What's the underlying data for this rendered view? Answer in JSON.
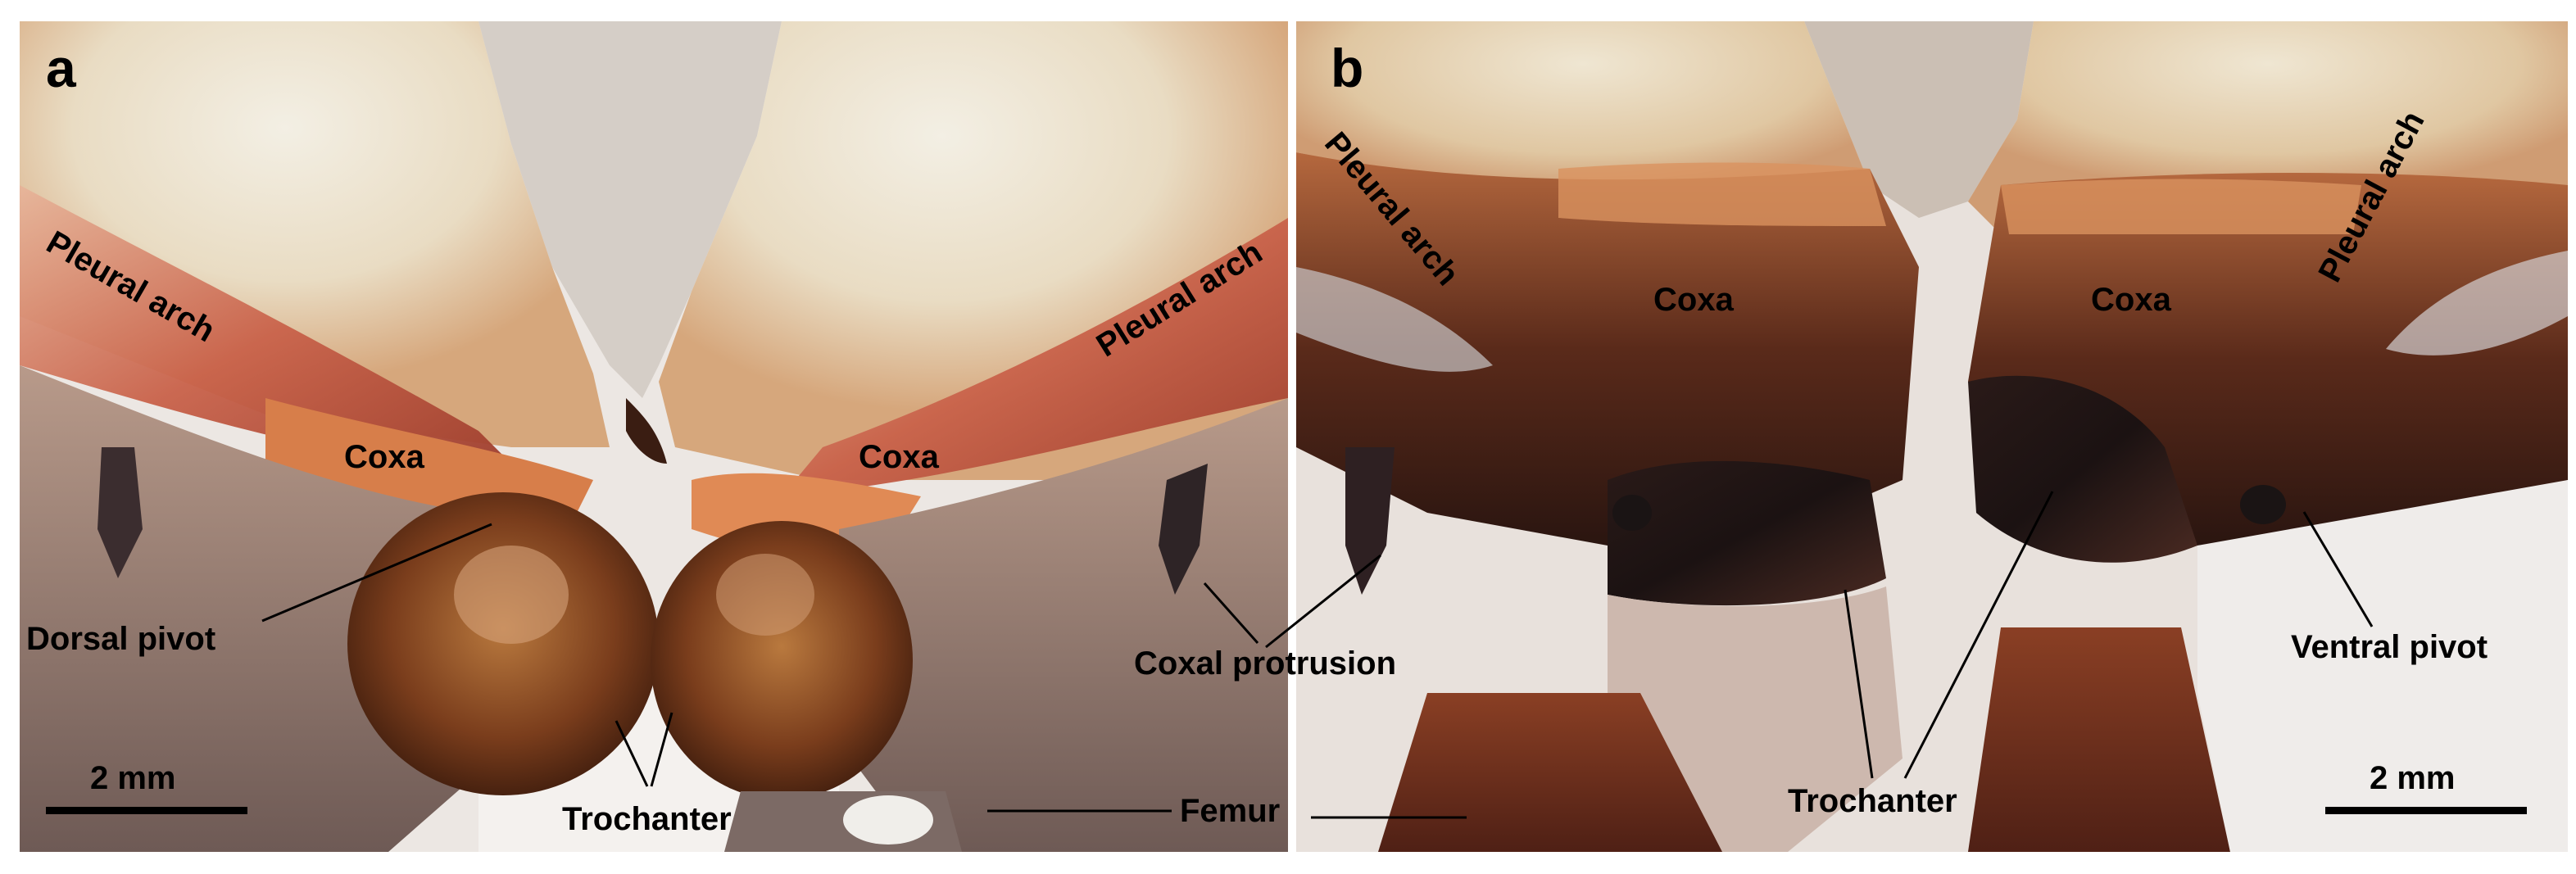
{
  "figure": {
    "panels": [
      {
        "letter": "a",
        "labels": {
          "pleural_arch": "Pleural arch",
          "pleural_arch_right": "Pleural arch",
          "coxa_left": "Coxa",
          "coxa_right": "Coxa",
          "dorsal_pivot": "Dorsal pivot",
          "coxal_protrusion": "Coxal protrusion",
          "trochanter": "Trochanter"
        },
        "scale_bar": "2 mm"
      },
      {
        "letter": "b",
        "labels": {
          "pleural_arch_left": "Pleural arch",
          "pleural_arch_right": "Pleural arch",
          "coxa_left": "Coxa",
          "coxa_right": "Coxa",
          "trochanter": "Trochanter",
          "ventral_pivot": "Ventral pivot"
        },
        "scale_bar": "2 mm"
      }
    ],
    "shared_label": "Femur"
  }
}
